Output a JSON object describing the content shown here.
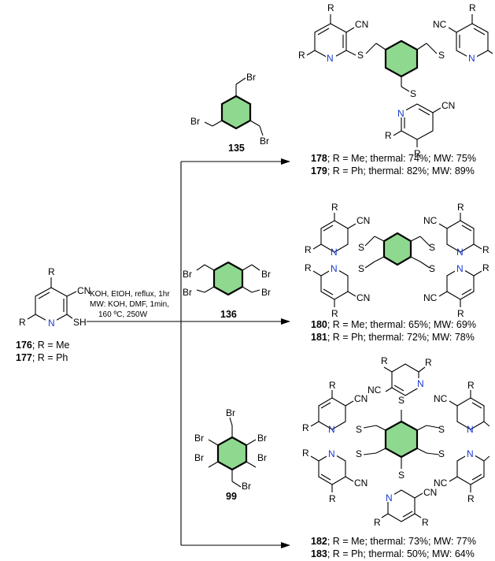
{
  "conditions": {
    "line1": "KOH, EtOH, reflux, 1hr",
    "line2": "MW: KOH, DMF, 1min,",
    "line3": "160 ºC, 250W"
  },
  "start": {
    "cap1_num": "176",
    "cap1_text": "; R = Me",
    "cap2_num": "177",
    "cap2_text": "; R = Ph"
  },
  "reagents": {
    "r1": "135",
    "r2": "136",
    "r3": "99"
  },
  "products": {
    "p1a_num": "178",
    "p1a_text": "; R = Me; thermal: 74%; MW: 75%",
    "p1b_num": "179",
    "p1b_text": "; R = Ph; thermal: 82%; MW: 89%",
    "p2a_num": "180",
    "p2a_text": "; R = Me; thermal: 65%; MW: 69%",
    "p2b_num": "181",
    "p2b_text": "; R = Ph; thermal: 72%; MW: 78%",
    "p3a_num": "182",
    "p3a_text": "; R = Me; thermal: 73%; MW: 77%",
    "p3b_num": "183",
    "p3b_text": "; R = Ph; thermal: 50%; MW: 64%"
  },
  "atoms": {
    "R": "R",
    "N": "N",
    "CN": "CN",
    "NC": "NC",
    "S": "S",
    "SH": "SH",
    "Br": "Br"
  },
  "colors": {
    "aromatic_fill": "#8fd88f",
    "nitrogen": "#1a3ccf"
  }
}
